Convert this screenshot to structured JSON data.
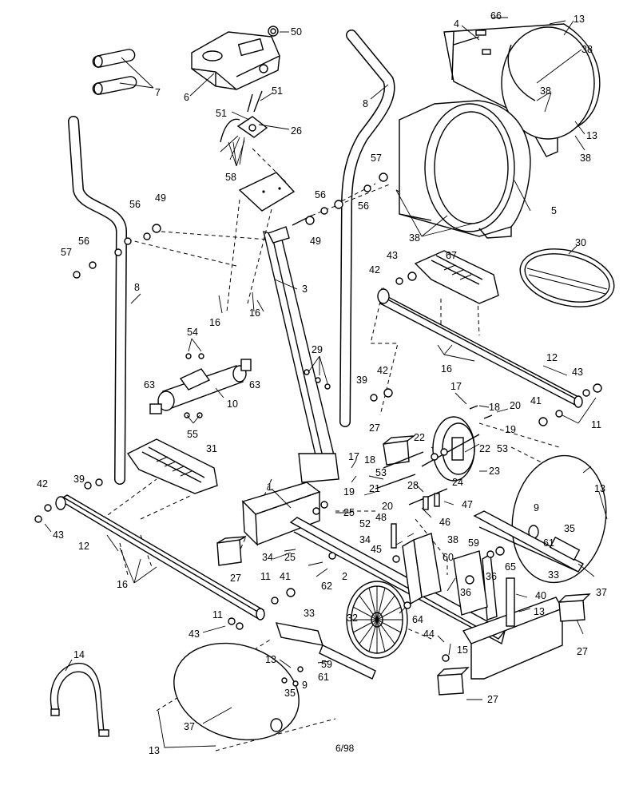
{
  "footer": {
    "code": "6/98"
  },
  "callouts": [
    {
      "id": "c50",
      "text": "50"
    },
    {
      "id": "c7",
      "text": "7"
    },
    {
      "id": "c6",
      "text": "6"
    },
    {
      "id": "c51a",
      "text": "51"
    },
    {
      "id": "c51b",
      "text": "51"
    },
    {
      "id": "c26",
      "text": "26"
    },
    {
      "id": "c58",
      "text": "58"
    },
    {
      "id": "c8a",
      "text": "8"
    },
    {
      "id": "c4",
      "text": "4"
    },
    {
      "id": "c66",
      "text": "66"
    },
    {
      "id": "c13a",
      "text": "13"
    },
    {
      "id": "c38a",
      "text": "38"
    },
    {
      "id": "c38b",
      "text": "38"
    },
    {
      "id": "c13b",
      "text": "13"
    },
    {
      "id": "c38c",
      "text": "38"
    },
    {
      "id": "c57a",
      "text": "57"
    },
    {
      "id": "c56a",
      "text": "56"
    },
    {
      "id": "c56b",
      "text": "56"
    },
    {
      "id": "c49a",
      "text": "49"
    },
    {
      "id": "c5",
      "text": "5"
    },
    {
      "id": "c38d",
      "text": "38"
    },
    {
      "id": "c30",
      "text": "30"
    },
    {
      "id": "c56c",
      "text": "56"
    },
    {
      "id": "c49b",
      "text": "49"
    },
    {
      "id": "c56d",
      "text": "56"
    },
    {
      "id": "c57b",
      "text": "57"
    },
    {
      "id": "c8b",
      "text": "8"
    },
    {
      "id": "c3",
      "text": "3"
    },
    {
      "id": "c16a",
      "text": "16"
    },
    {
      "id": "c16b",
      "text": "16"
    },
    {
      "id": "c43a",
      "text": "43"
    },
    {
      "id": "c42a",
      "text": "42"
    },
    {
      "id": "c67",
      "text": "67"
    },
    {
      "id": "c54",
      "text": "54"
    },
    {
      "id": "c29",
      "text": "29"
    },
    {
      "id": "c16c",
      "text": "16"
    },
    {
      "id": "c12a",
      "text": "12"
    },
    {
      "id": "c43b",
      "text": "43"
    },
    {
      "id": "c63a",
      "text": "63"
    },
    {
      "id": "c63b",
      "text": "63"
    },
    {
      "id": "c10",
      "text": "10"
    },
    {
      "id": "c39a",
      "text": "39"
    },
    {
      "id": "c42b",
      "text": "42"
    },
    {
      "id": "c17a",
      "text": "17"
    },
    {
      "id": "c18a",
      "text": "18"
    },
    {
      "id": "c20a",
      "text": "20"
    },
    {
      "id": "c41a",
      "text": "41"
    },
    {
      "id": "c11a",
      "text": "11"
    },
    {
      "id": "c55",
      "text": "55"
    },
    {
      "id": "c27a",
      "text": "27"
    },
    {
      "id": "c22a",
      "text": "22"
    },
    {
      "id": "c19a",
      "text": "19"
    },
    {
      "id": "c22b",
      "text": "22"
    },
    {
      "id": "c53a",
      "text": "53"
    },
    {
      "id": "c31",
      "text": "31"
    },
    {
      "id": "c17b",
      "text": "17"
    },
    {
      "id": "c18b",
      "text": "18"
    },
    {
      "id": "c53b",
      "text": "53"
    },
    {
      "id": "c23",
      "text": "23"
    },
    {
      "id": "c24",
      "text": "24"
    },
    {
      "id": "c39b",
      "text": "39"
    },
    {
      "id": "c42c",
      "text": "42"
    },
    {
      "id": "c1",
      "text": "1"
    },
    {
      "id": "c19b",
      "text": "19"
    },
    {
      "id": "c21",
      "text": "21"
    },
    {
      "id": "c28",
      "text": "28"
    },
    {
      "id": "c13c",
      "text": "13"
    },
    {
      "id": "c20b",
      "text": "20"
    },
    {
      "id": "c47",
      "text": "47"
    },
    {
      "id": "c25a",
      "text": "25"
    },
    {
      "id": "c48",
      "text": "48"
    },
    {
      "id": "c46",
      "text": "46"
    },
    {
      "id": "c9a",
      "text": "9"
    },
    {
      "id": "c43c",
      "text": "43"
    },
    {
      "id": "c52",
      "text": "52"
    },
    {
      "id": "c35a",
      "text": "35"
    },
    {
      "id": "c59a",
      "text": "59"
    },
    {
      "id": "c61a",
      "text": "61"
    },
    {
      "id": "c12b",
      "text": "12"
    },
    {
      "id": "c34a",
      "text": "34"
    },
    {
      "id": "c38e",
      "text": "38"
    },
    {
      "id": "c34b",
      "text": "34"
    },
    {
      "id": "c25b",
      "text": "25"
    },
    {
      "id": "c45",
      "text": "45"
    },
    {
      "id": "c60",
      "text": "60"
    },
    {
      "id": "c65",
      "text": "65"
    },
    {
      "id": "c33a",
      "text": "33"
    },
    {
      "id": "c37a",
      "text": "37"
    },
    {
      "id": "c27b",
      "text": "27"
    },
    {
      "id": "c2",
      "text": "2"
    },
    {
      "id": "c36a",
      "text": "36"
    },
    {
      "id": "c16d",
      "text": "16"
    },
    {
      "id": "c11b",
      "text": "11"
    },
    {
      "id": "c41b",
      "text": "41"
    },
    {
      "id": "c62",
      "text": "62"
    },
    {
      "id": "c36b",
      "text": "36"
    },
    {
      "id": "c40",
      "text": "40"
    },
    {
      "id": "c11c",
      "text": "11"
    },
    {
      "id": "c32",
      "text": "32"
    },
    {
      "id": "c64",
      "text": "64"
    },
    {
      "id": "c13d",
      "text": "13"
    },
    {
      "id": "c43d",
      "text": "43"
    },
    {
      "id": "c33b",
      "text": "33"
    },
    {
      "id": "c27c",
      "text": "27"
    },
    {
      "id": "c44",
      "text": "44"
    },
    {
      "id": "c14",
      "text": "14"
    },
    {
      "id": "c15",
      "text": "15"
    },
    {
      "id": "c13e",
      "text": "13"
    },
    {
      "id": "c59b",
      "text": "59"
    },
    {
      "id": "c9b",
      "text": "9"
    },
    {
      "id": "c61b",
      "text": "61"
    },
    {
      "id": "c35b",
      "text": "35"
    },
    {
      "id": "c27d",
      "text": "27"
    },
    {
      "id": "c37b",
      "text": "37"
    },
    {
      "id": "c13f",
      "text": "13"
    }
  ]
}
